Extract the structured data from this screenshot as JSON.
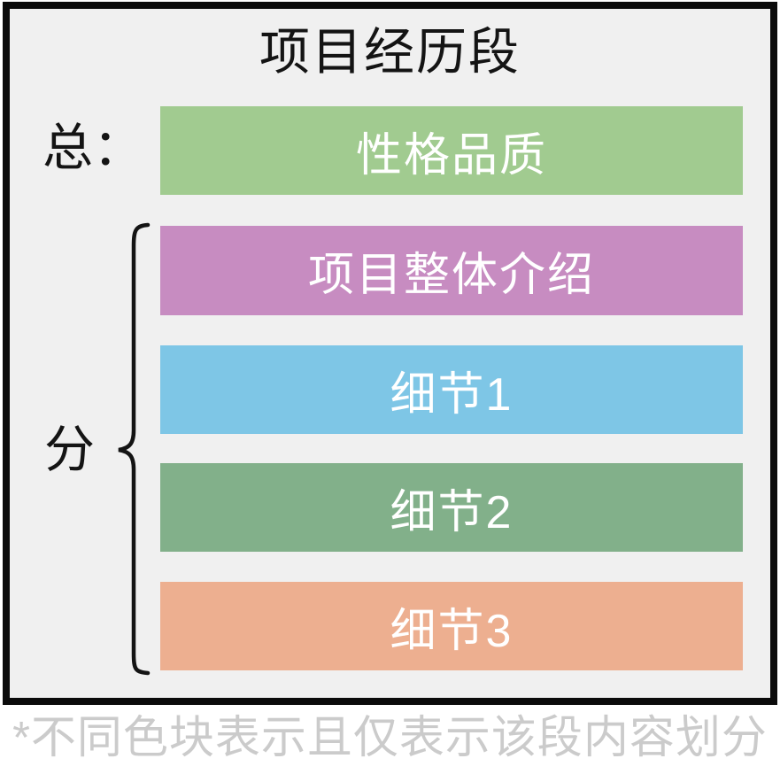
{
  "diagram": {
    "title": "项目经历段",
    "overall_label": "总：",
    "detail_label": "分",
    "bars": [
      {
        "name": "summary",
        "label": "性格品质",
        "color": "#a1cb90"
      },
      {
        "name": "project-intro",
        "label": "项目整体介绍",
        "color": "#c78cc1"
      },
      {
        "name": "detail-1",
        "label": "细节1",
        "color": "#7ec6e6"
      },
      {
        "name": "detail-2",
        "label": "细节2",
        "color": "#82b08a"
      },
      {
        "name": "detail-3",
        "label": "细节3",
        "color": "#edaf90"
      }
    ],
    "footnote": "*不同色块表示且仅表示该段内容划分",
    "colors": {
      "box_background": "#f0f0f0",
      "border": "#0b0b0b",
      "bar_text": "#ffffff",
      "title_text": "#141414",
      "footnote_text": "#cbcbcb",
      "brace": "#141414"
    }
  }
}
